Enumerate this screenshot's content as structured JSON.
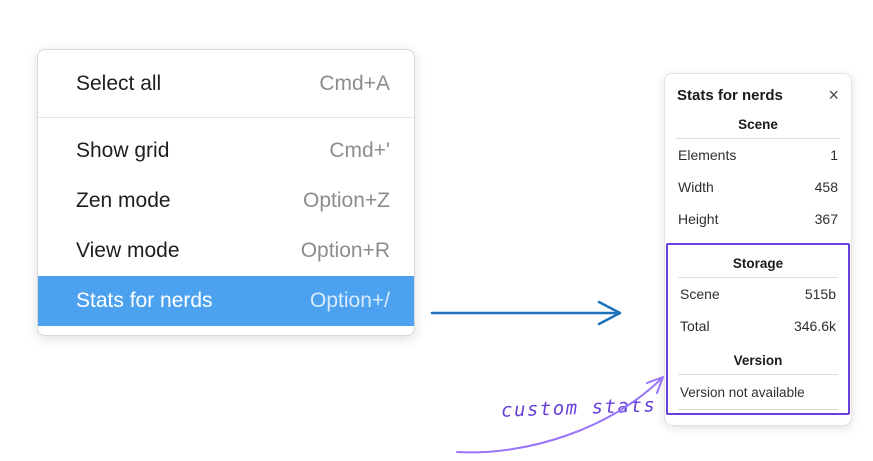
{
  "context_menu": {
    "items": [
      {
        "label": "Select all",
        "shortcut": "Cmd+A"
      },
      {
        "label": "Show grid",
        "shortcut": "Cmd+'"
      },
      {
        "label": "Zen mode",
        "shortcut": "Option+Z"
      },
      {
        "label": "View mode",
        "shortcut": "Option+R"
      },
      {
        "label": "Stats for nerds",
        "shortcut": "Option+/"
      }
    ],
    "selected_index": 4
  },
  "stats_panel": {
    "title": "Stats for nerds",
    "close_glyph": "×",
    "scene": {
      "title": "Scene",
      "rows": [
        {
          "label": "Elements",
          "value": "1"
        },
        {
          "label": "Width",
          "value": "458"
        },
        {
          "label": "Height",
          "value": "367"
        }
      ]
    },
    "storage": {
      "title": "Storage",
      "rows": [
        {
          "label": "Scene",
          "value": "515b"
        },
        {
          "label": "Total",
          "value": "346.6k"
        }
      ]
    },
    "version": {
      "title": "Version",
      "note": "Version not available"
    }
  },
  "annotation": {
    "label": "custom stats"
  },
  "colors": {
    "menu_selected_bg": "#4da2f0",
    "menu_selected_text": "#ffffff",
    "shortcut_gray": "#8d8d8d",
    "arrow_blue": "#1c71b8",
    "annotation_purple": "#6741d9",
    "annotation_arrow": "#9775fa"
  }
}
